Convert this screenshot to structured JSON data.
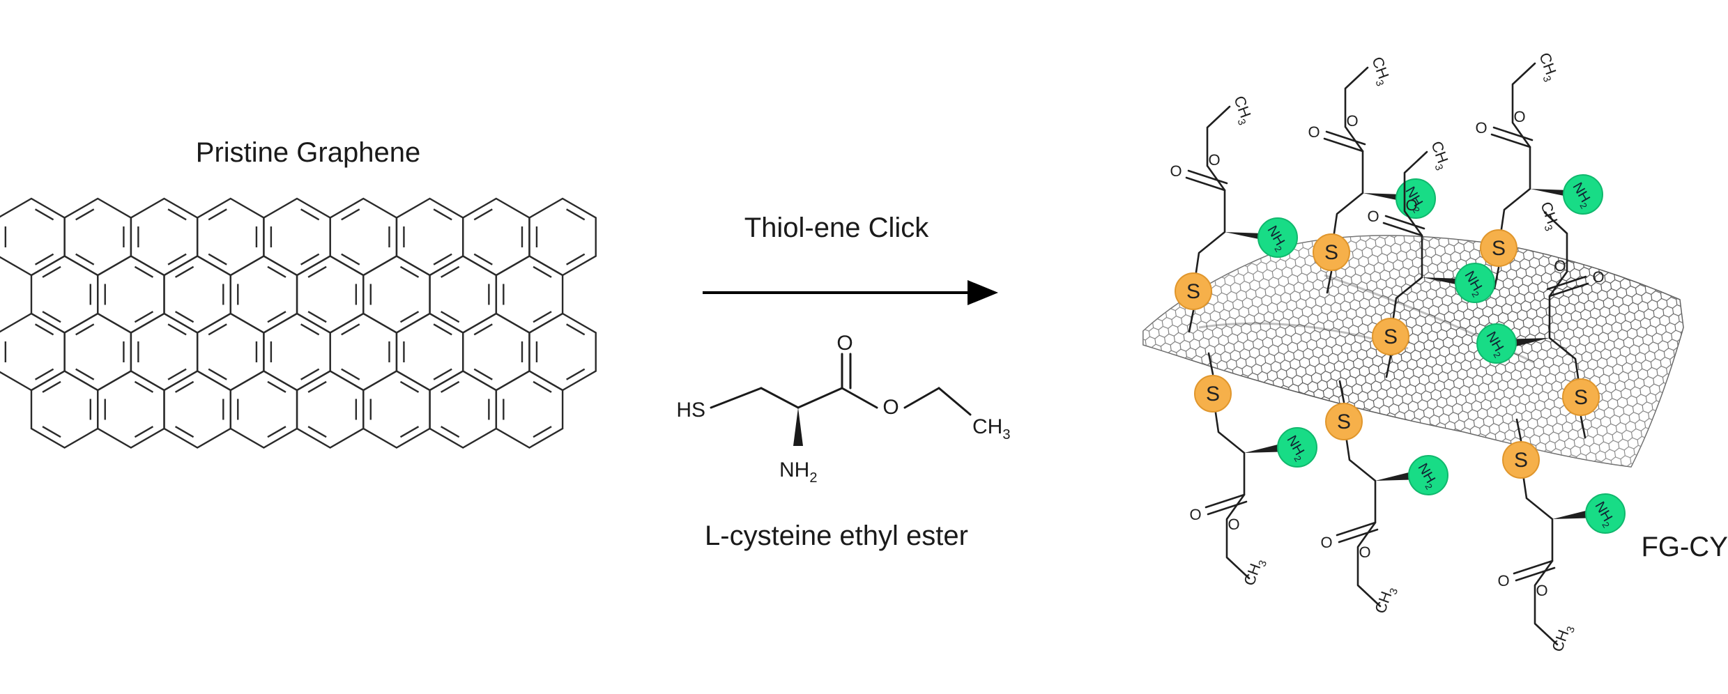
{
  "labels": {
    "graphene_title": "Pristine Graphene",
    "reaction_label": "Thiol-ene Click",
    "reagent_name": "L-cysteine ethyl ester",
    "product_name": "FG-CYS"
  },
  "reagent_atoms": {
    "oxygen_carbonyl": "O",
    "oxygen_ester": "O",
    "thiol": "HS",
    "amine": "NH",
    "amine_sub": "2",
    "methyl": "CH",
    "methyl_sub": "3"
  },
  "functional_groups": {
    "sulfur": "S",
    "amine": "NH",
    "amine_sub": "2",
    "oxygen": "O",
    "methyl": "CH",
    "methyl_sub": "3"
  },
  "colors": {
    "sulfur_ball": "#f6b04a",
    "amine_ball": "#18dc86",
    "ink": "#1a1a1a"
  }
}
